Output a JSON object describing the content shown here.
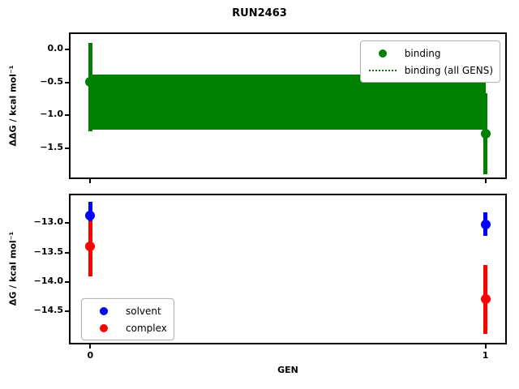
{
  "title": "RUN2463",
  "xlabel": "GEN",
  "chart_data": [
    {
      "type": "scatter",
      "ylabel": "ΔΔG / kcal mol⁻¹",
      "xlim": [
        -0.05,
        1.05
      ],
      "ylim": [
        -1.95,
        0.24
      ],
      "grid": false,
      "yticks": [
        {
          "value": 0.0,
          "label": "0.0"
        },
        {
          "value": -0.5,
          "label": "−0.5"
        },
        {
          "value": -1.0,
          "label": "−1.0"
        },
        {
          "value": -1.5,
          "label": "−1.5"
        }
      ],
      "xticks": [
        {
          "value": 0,
          "label": "0"
        },
        {
          "value": 1,
          "label": "1"
        }
      ],
      "show_x_tick_labels": false,
      "series": [
        {
          "name": "binding",
          "color": "#008000",
          "marker": "circle",
          "points": [
            {
              "x": 0,
              "y": -0.49,
              "bar_top": 0.11,
              "bar_bottom": -1.24
            },
            {
              "x": 1,
              "y": -1.28,
              "bar_top": -0.66,
              "bar_bottom": -1.9
            }
          ]
        }
      ],
      "band": {
        "name": "binding (all GENS)",
        "color": "#008000",
        "x_from": 0,
        "x_to": 1,
        "y_top": -0.38,
        "y_bottom": -1.22,
        "y_center": -0.8,
        "style": "dotted-center-line"
      },
      "legend": {
        "position": "top-right",
        "items": [
          {
            "label": "binding",
            "marker": "circle",
            "color": "#008000"
          },
          {
            "label": "binding (all GENS)",
            "marker": "dotted-line",
            "color": "#008000"
          }
        ]
      }
    },
    {
      "type": "scatter",
      "ylabel": "ΔG / kcal mol⁻¹",
      "xlim": [
        -0.05,
        1.05
      ],
      "ylim": [
        -15.03,
        -12.53
      ],
      "grid": false,
      "yticks": [
        {
          "value": -13.0,
          "label": "−13.0"
        },
        {
          "value": -13.5,
          "label": "−13.5"
        },
        {
          "value": -14.0,
          "label": "−14.0"
        },
        {
          "value": -14.5,
          "label": "−14.5"
        }
      ],
      "xticks": [
        {
          "value": 0,
          "label": "0"
        },
        {
          "value": 1,
          "label": "1"
        }
      ],
      "show_x_tick_labels": true,
      "series": [
        {
          "name": "solvent",
          "color": "#0000ff",
          "marker": "circle",
          "points": [
            {
              "x": 0,
              "y": -12.88,
              "bar_top": -12.64,
              "bar_bottom": -13.08
            },
            {
              "x": 1,
              "y": -13.03,
              "bar_top": -12.82,
              "bar_bottom": -13.22
            }
          ]
        },
        {
          "name": "complex",
          "color": "#ff0000",
          "marker": "circle",
          "points": [
            {
              "x": 0,
              "y": -13.4,
              "bar_top": -12.97,
              "bar_bottom": -13.9
            },
            {
              "x": 1,
              "y": -14.29,
              "bar_top": -13.71,
              "bar_bottom": -14.88
            }
          ]
        }
      ],
      "legend": {
        "position": "bottom-left",
        "items": [
          {
            "label": "solvent",
            "marker": "circle",
            "color": "#0000ff"
          },
          {
            "label": "complex",
            "marker": "circle",
            "color": "#ff0000"
          }
        ]
      }
    }
  ]
}
